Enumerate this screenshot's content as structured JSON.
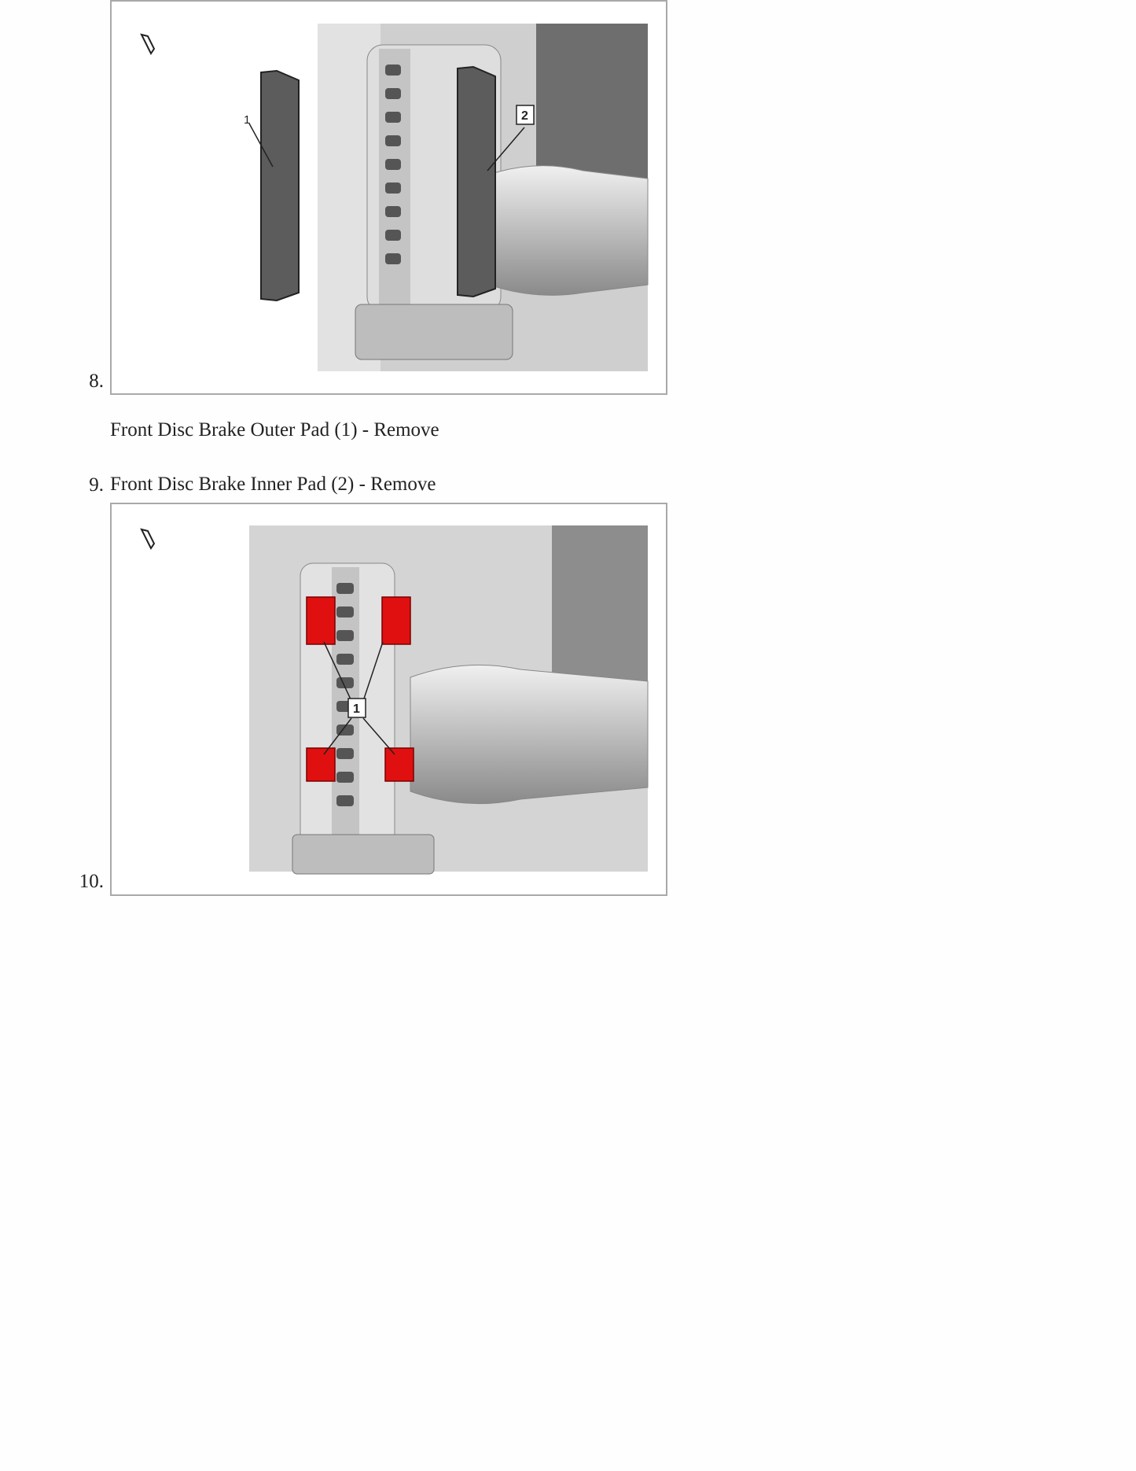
{
  "steps": [
    {
      "number": "8.",
      "figure": {
        "callouts": [
          "1",
          "2"
        ]
      }
    },
    {
      "text": "Front Disc Brake Outer Pad (1) - Remove"
    },
    {
      "number": "9.",
      "text": "Front Disc Brake Inner Pad (2) - Remove"
    },
    {
      "number": "10.",
      "figure": {
        "callouts": [
          "1"
        ]
      }
    }
  ],
  "colors": {
    "highlight": "#e01010",
    "frame": "#a9a9a9"
  },
  "icons": [
    "tool-icon"
  ]
}
